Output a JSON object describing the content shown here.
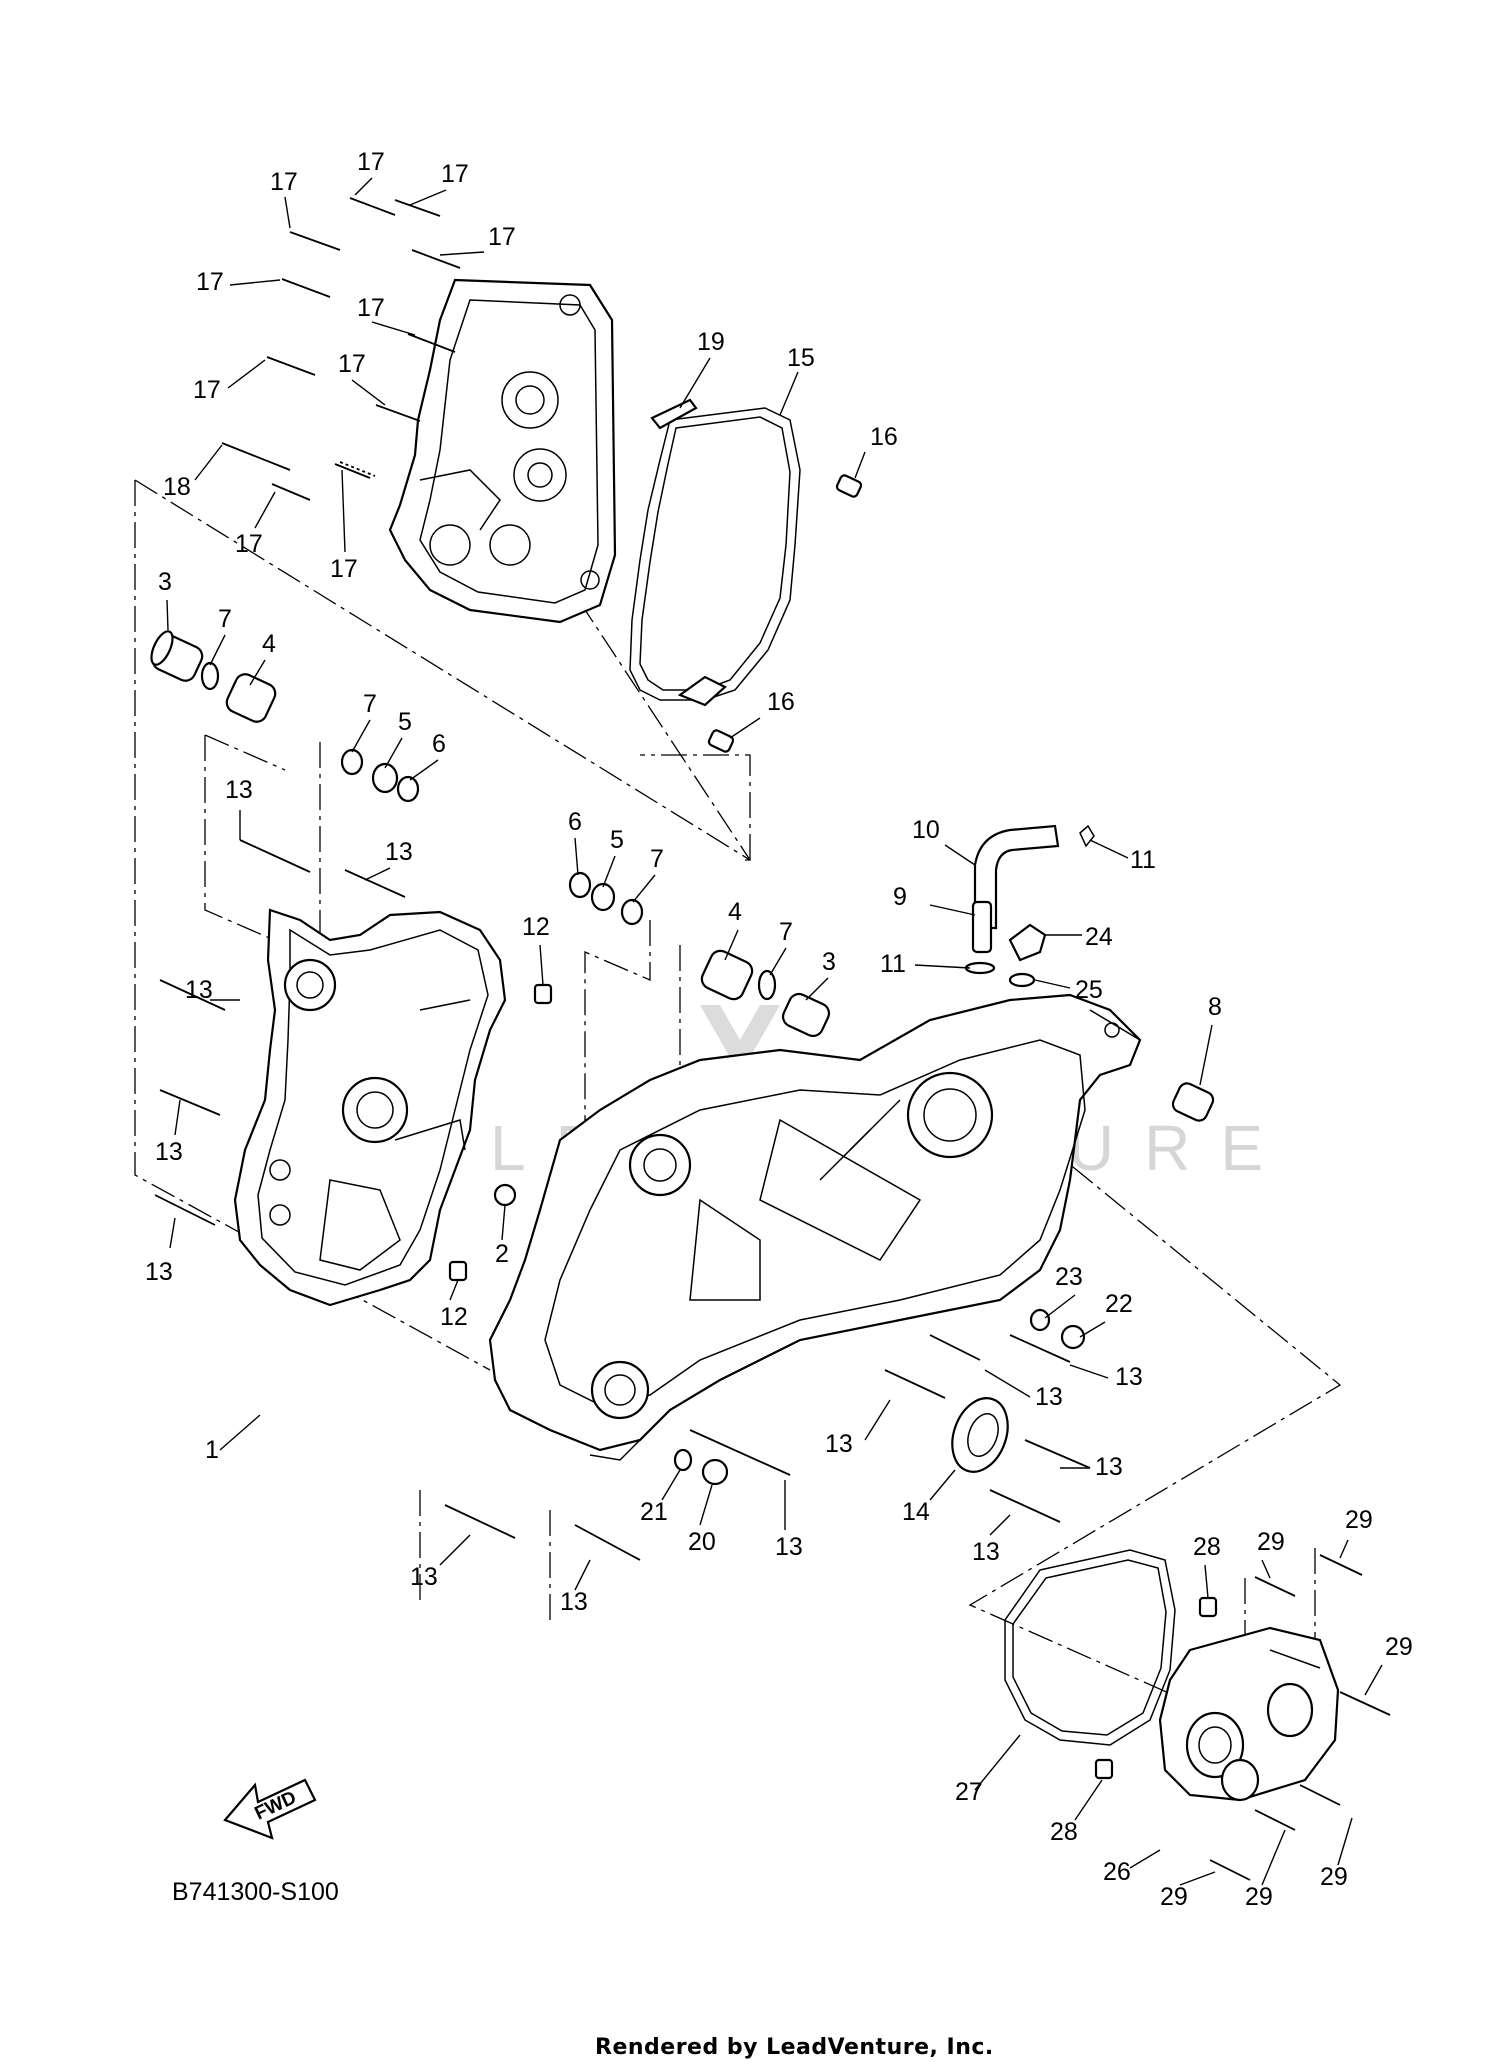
{
  "diagram": {
    "code": "B741300-S100",
    "footer": "Rendered by LeadVenture, Inc.",
    "fwd_label": "FWD",
    "watermark": "LEADVENTURE"
  },
  "callouts": [
    {
      "n": "17"
    },
    {
      "n": "17"
    },
    {
      "n": "17"
    },
    {
      "n": "17"
    },
    {
      "n": "17"
    },
    {
      "n": "17"
    },
    {
      "n": "17"
    },
    {
      "n": "17"
    },
    {
      "n": "17"
    },
    {
      "n": "17"
    },
    {
      "n": "17"
    },
    {
      "n": "19"
    },
    {
      "n": "15"
    },
    {
      "n": "16"
    },
    {
      "n": "18"
    },
    {
      "n": "16"
    },
    {
      "n": "3"
    },
    {
      "n": "7"
    },
    {
      "n": "4"
    },
    {
      "n": "7"
    },
    {
      "n": "5"
    },
    {
      "n": "6"
    },
    {
      "n": "13"
    },
    {
      "n": "13"
    },
    {
      "n": "6"
    },
    {
      "n": "5"
    },
    {
      "n": "7"
    },
    {
      "n": "10"
    },
    {
      "n": "11"
    },
    {
      "n": "9"
    },
    {
      "n": "24"
    },
    {
      "n": "11"
    },
    {
      "n": "25"
    },
    {
      "n": "12"
    },
    {
      "n": "4"
    },
    {
      "n": "7"
    },
    {
      "n": "3"
    },
    {
      "n": "13"
    },
    {
      "n": "8"
    },
    {
      "n": "13"
    },
    {
      "n": "2"
    },
    {
      "n": "13"
    },
    {
      "n": "12"
    },
    {
      "n": "23"
    },
    {
      "n": "22"
    },
    {
      "n": "13"
    },
    {
      "n": "13"
    },
    {
      "n": "1"
    },
    {
      "n": "13"
    },
    {
      "n": "13"
    },
    {
      "n": "21"
    },
    {
      "n": "20"
    },
    {
      "n": "14"
    },
    {
      "n": "13"
    },
    {
      "n": "13"
    },
    {
      "n": "13"
    },
    {
      "n": "13"
    },
    {
      "n": "28"
    },
    {
      "n": "29"
    },
    {
      "n": "29"
    },
    {
      "n": "29"
    },
    {
      "n": "27"
    },
    {
      "n": "28"
    },
    {
      "n": "26"
    },
    {
      "n": "29"
    },
    {
      "n": "29"
    },
    {
      "n": "29"
    }
  ]
}
